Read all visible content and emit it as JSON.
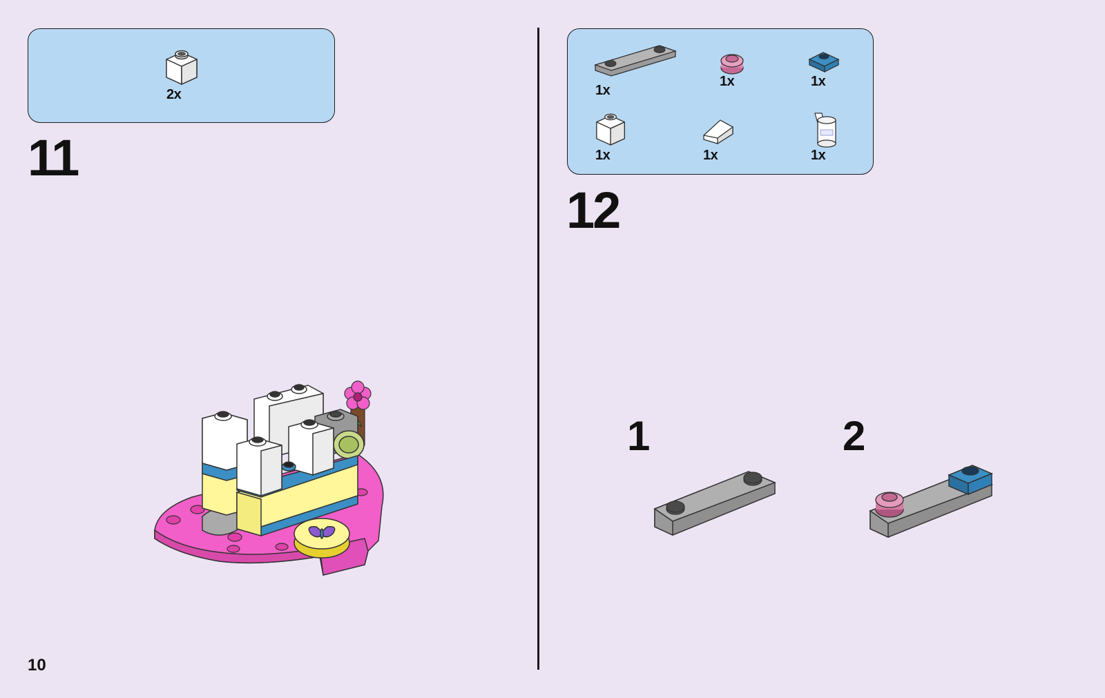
{
  "page_number": "10",
  "steps": [
    {
      "number": "11",
      "parts": [
        {
          "icon": "white-brick-1x1-icon",
          "qty": "2x"
        }
      ]
    },
    {
      "number": "12",
      "parts": [
        {
          "icon": "gray-plate-1x4-icon",
          "qty": "1x"
        },
        {
          "icon": "pink-round-stud-icon",
          "qty": "1x"
        },
        {
          "icon": "blue-tile-1x1-icon",
          "qty": "1x"
        },
        {
          "icon": "white-brick-1x1-icon",
          "qty": "1x"
        },
        {
          "icon": "white-slope-icon",
          "qty": "1x"
        },
        {
          "icon": "white-cup-icon",
          "qty": "1x"
        }
      ],
      "substeps": [
        "1",
        "2"
      ]
    }
  ],
  "colors": {
    "background": "#ede4f3",
    "parts_box": "#b7d8f3",
    "magenta_base": "#f25fc8",
    "yellow_brick": "#fff79a",
    "blue_brick": "#3b8fc4",
    "gray_plate": "#9b9b9b"
  }
}
